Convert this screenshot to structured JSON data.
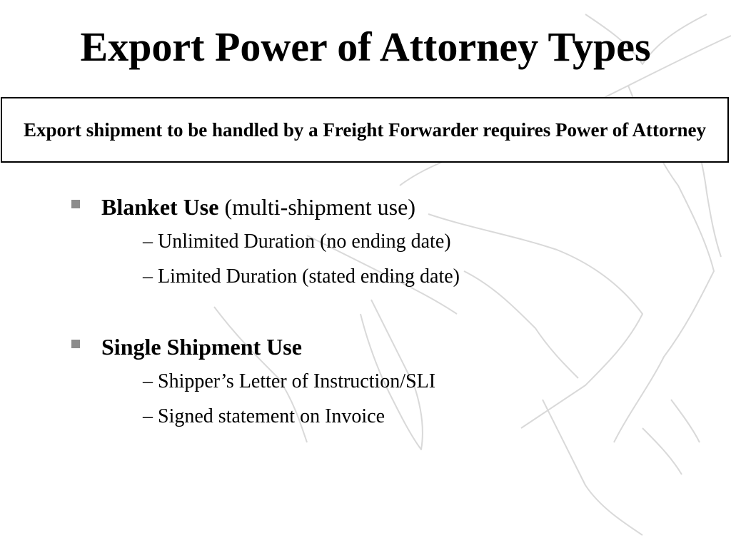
{
  "slide": {
    "title": "Export Power of Attorney Types",
    "callout": "Export shipment to be handled by a Freight Forwarder requires Power of Attorney"
  },
  "bullets": [
    {
      "lead": "Blanket Use",
      "rest": " (multi-shipment use)",
      "sub": [
        "– Unlimited Duration (no ending date)",
        "– Limited Duration (stated ending date)"
      ]
    },
    {
      "lead": "Single Shipment Use",
      "rest": "",
      "sub": [
        "–  Shipper’s Letter of Instruction/SLI",
        "–  Signed statement on Invoice"
      ]
    }
  ],
  "colors": {
    "text": "#000000",
    "bullet_marker": "#8c8c8c",
    "map_outline": "#d9d9d9"
  }
}
